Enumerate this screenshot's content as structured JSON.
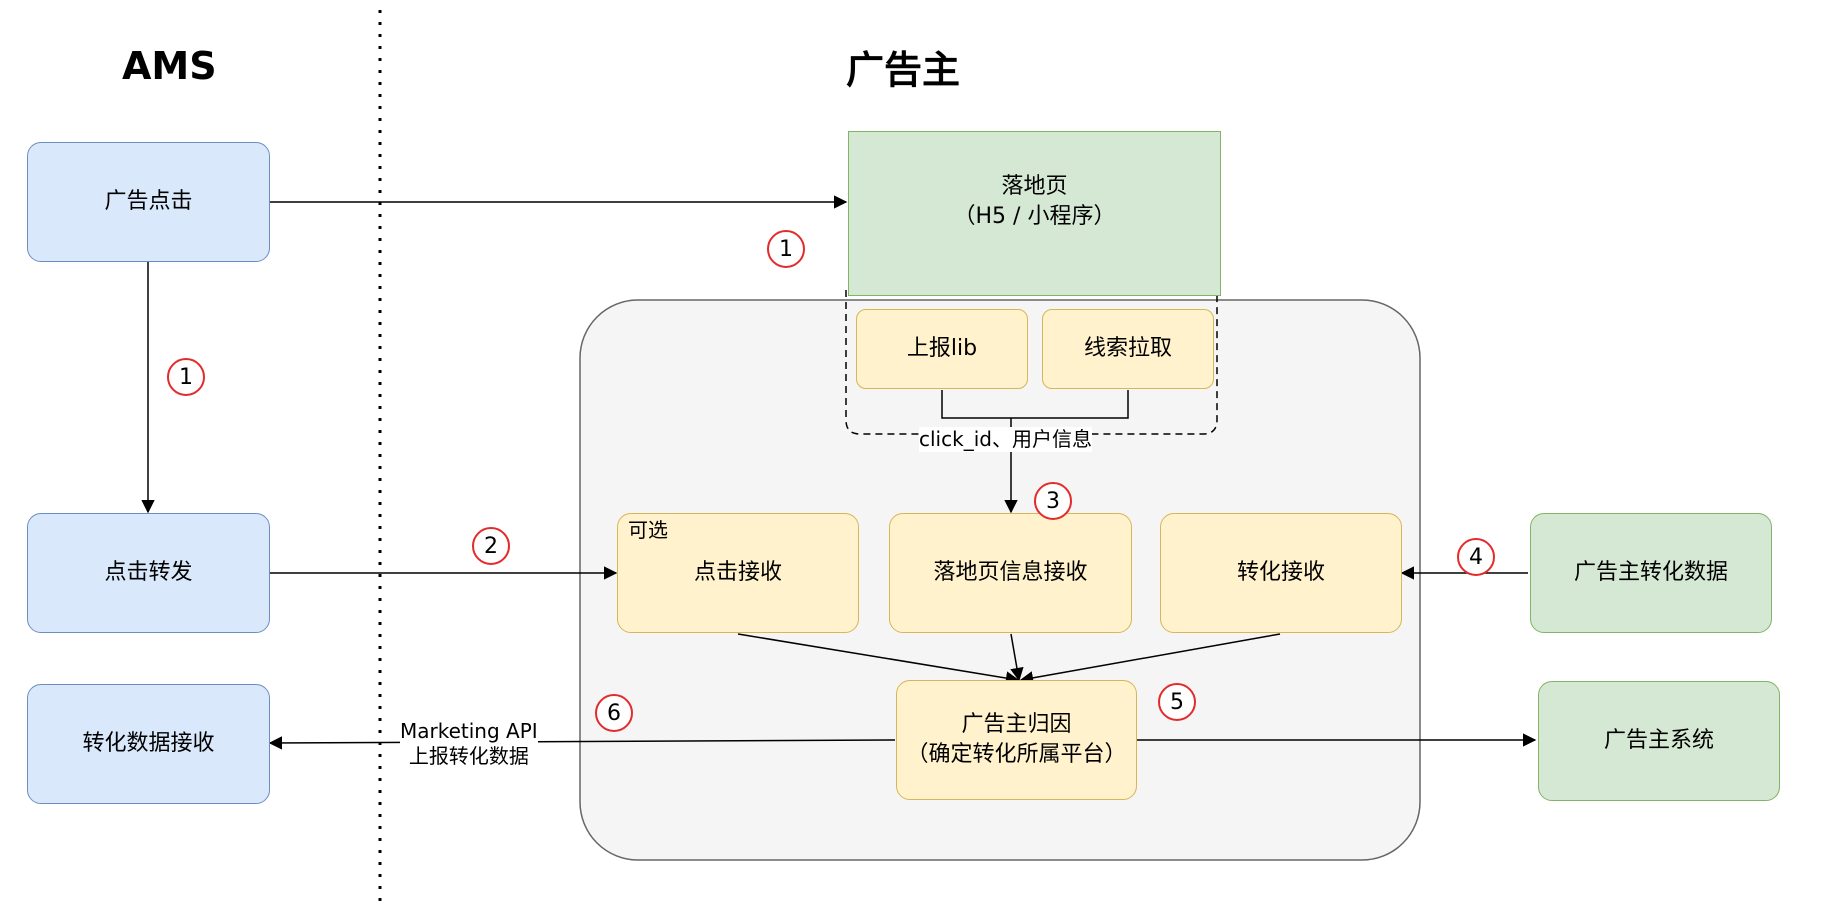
{
  "lanes": {
    "ams_title": "AMS",
    "advertiser_title": "广告主"
  },
  "ams": {
    "ad_click": "广告点击",
    "click_forward": "点击转发",
    "conversion_receive": "转化数据接收"
  },
  "landing": {
    "line1": "落地页",
    "line2": "（H5 / 小程序）",
    "report_lib": "上报lib",
    "lead_fetch": "线索拉取",
    "params_label": "click_id、用户信息"
  },
  "receivers": {
    "optional_tag": "可选",
    "click_receive": "点击接收",
    "landing_receive": "落地页信息接收",
    "conversion_receive": "转化接收"
  },
  "attribution": {
    "line1": "广告主归因",
    "line2": "（确定转化所属平台）"
  },
  "external": {
    "conversion_data": "广告主转化数据",
    "system": "广告主系统"
  },
  "api_label": {
    "line1": "Marketing API",
    "line2": "上报转化数据"
  },
  "steps": {
    "top": "1",
    "left": "1",
    "two": "2",
    "three": "3",
    "four": "4",
    "five": "5",
    "six": "6"
  },
  "colors": {
    "ams_fill": "#dae8fc",
    "advertiser_fill": "#d5e8d4",
    "module_fill": "#fff2cc",
    "container_fill": "#f5f5f5",
    "step_circle": "#e32b2b"
  }
}
